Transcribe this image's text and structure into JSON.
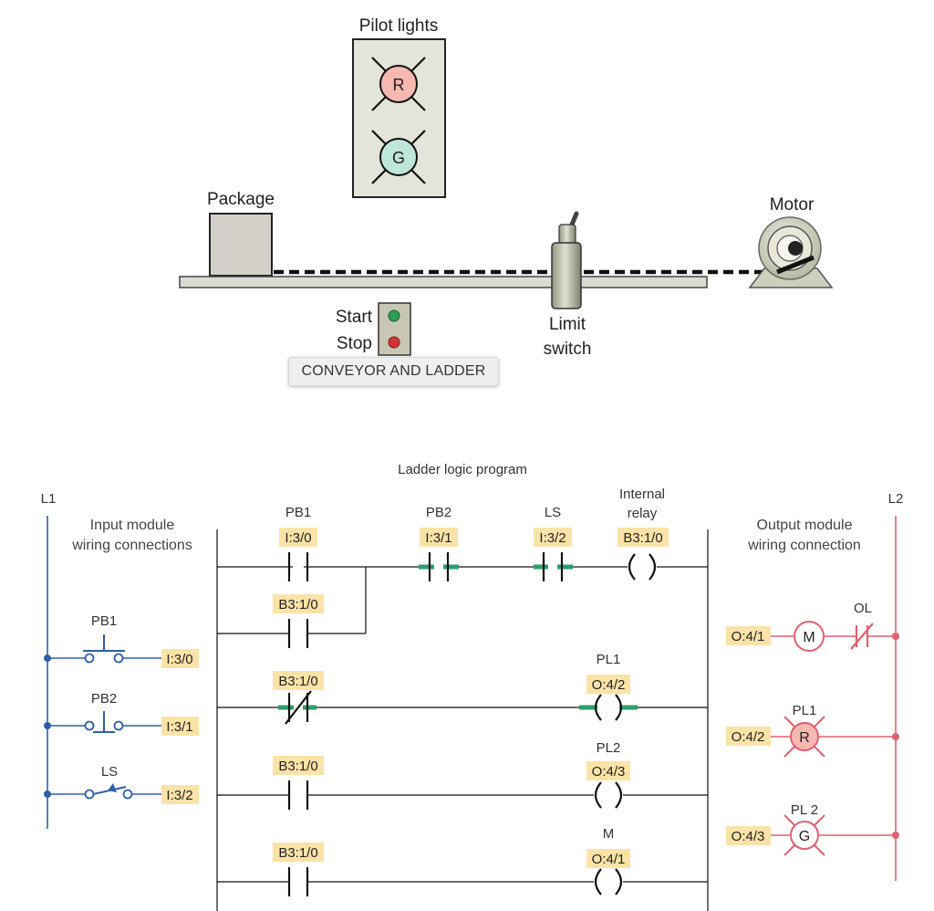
{
  "conveyor": {
    "pilot_lights_title": "Pilot lights",
    "red_lamp_letter": "R",
    "green_lamp_letter": "G",
    "package_label": "Package",
    "motor_label": "Motor",
    "start_label": "Start",
    "stop_label": "Stop",
    "limit_switch_label_1": "Limit",
    "limit_switch_label_2": "switch",
    "caption": "CONVEYOR AND LADDER"
  },
  "ladder": {
    "title": "Ladder logic program",
    "rail_left": "L1",
    "rail_right": "L2",
    "input_module_1": "Input module",
    "input_module_2": "wiring connections",
    "output_module_1": "Output module",
    "output_module_2": "wiring connection",
    "inputs": [
      {
        "name": "PB1",
        "address": "I:3/0"
      },
      {
        "name": "PB2",
        "address": "I:3/1"
      },
      {
        "name": "LS",
        "address": "I:3/2"
      }
    ],
    "rung1": {
      "c1_name": "PB1",
      "c1_addr": "I:3/0",
      "c2_name": "PB2",
      "c2_addr": "I:3/1",
      "c3_name": "LS",
      "c3_addr": "I:3/2",
      "coil_name_1": "Internal",
      "coil_name_2": "relay",
      "coil_addr": "B3:1/0",
      "branch_addr": "B3:1/0"
    },
    "rung2": {
      "contact_addr": "B3:1/0",
      "coil_name": "PL1",
      "coil_addr": "O:4/2"
    },
    "rung3": {
      "contact_addr": "B3:1/0",
      "coil_name": "PL2",
      "coil_addr": "O:4/3"
    },
    "rung4": {
      "contact_addr": "B3:1/0",
      "coil_name": "M",
      "coil_addr": "O:4/1"
    },
    "outputs": [
      {
        "address": "O:4/1",
        "device_letter": "M",
        "overload_label": "OL"
      },
      {
        "address": "O:4/2",
        "device_name": "PL1",
        "device_letter": "R"
      },
      {
        "address": "O:4/3",
        "device_name": "PL 2",
        "device_letter": "G"
      }
    ]
  },
  "colors": {
    "input_wiring": "#2f5fa8",
    "output_wiring": "#e06070",
    "address_tag": "#fbe3a8",
    "energized_highlight": "#2e9e6a",
    "red_lamp": "#f6b8b0",
    "green_lamp": "#bfe6da"
  }
}
